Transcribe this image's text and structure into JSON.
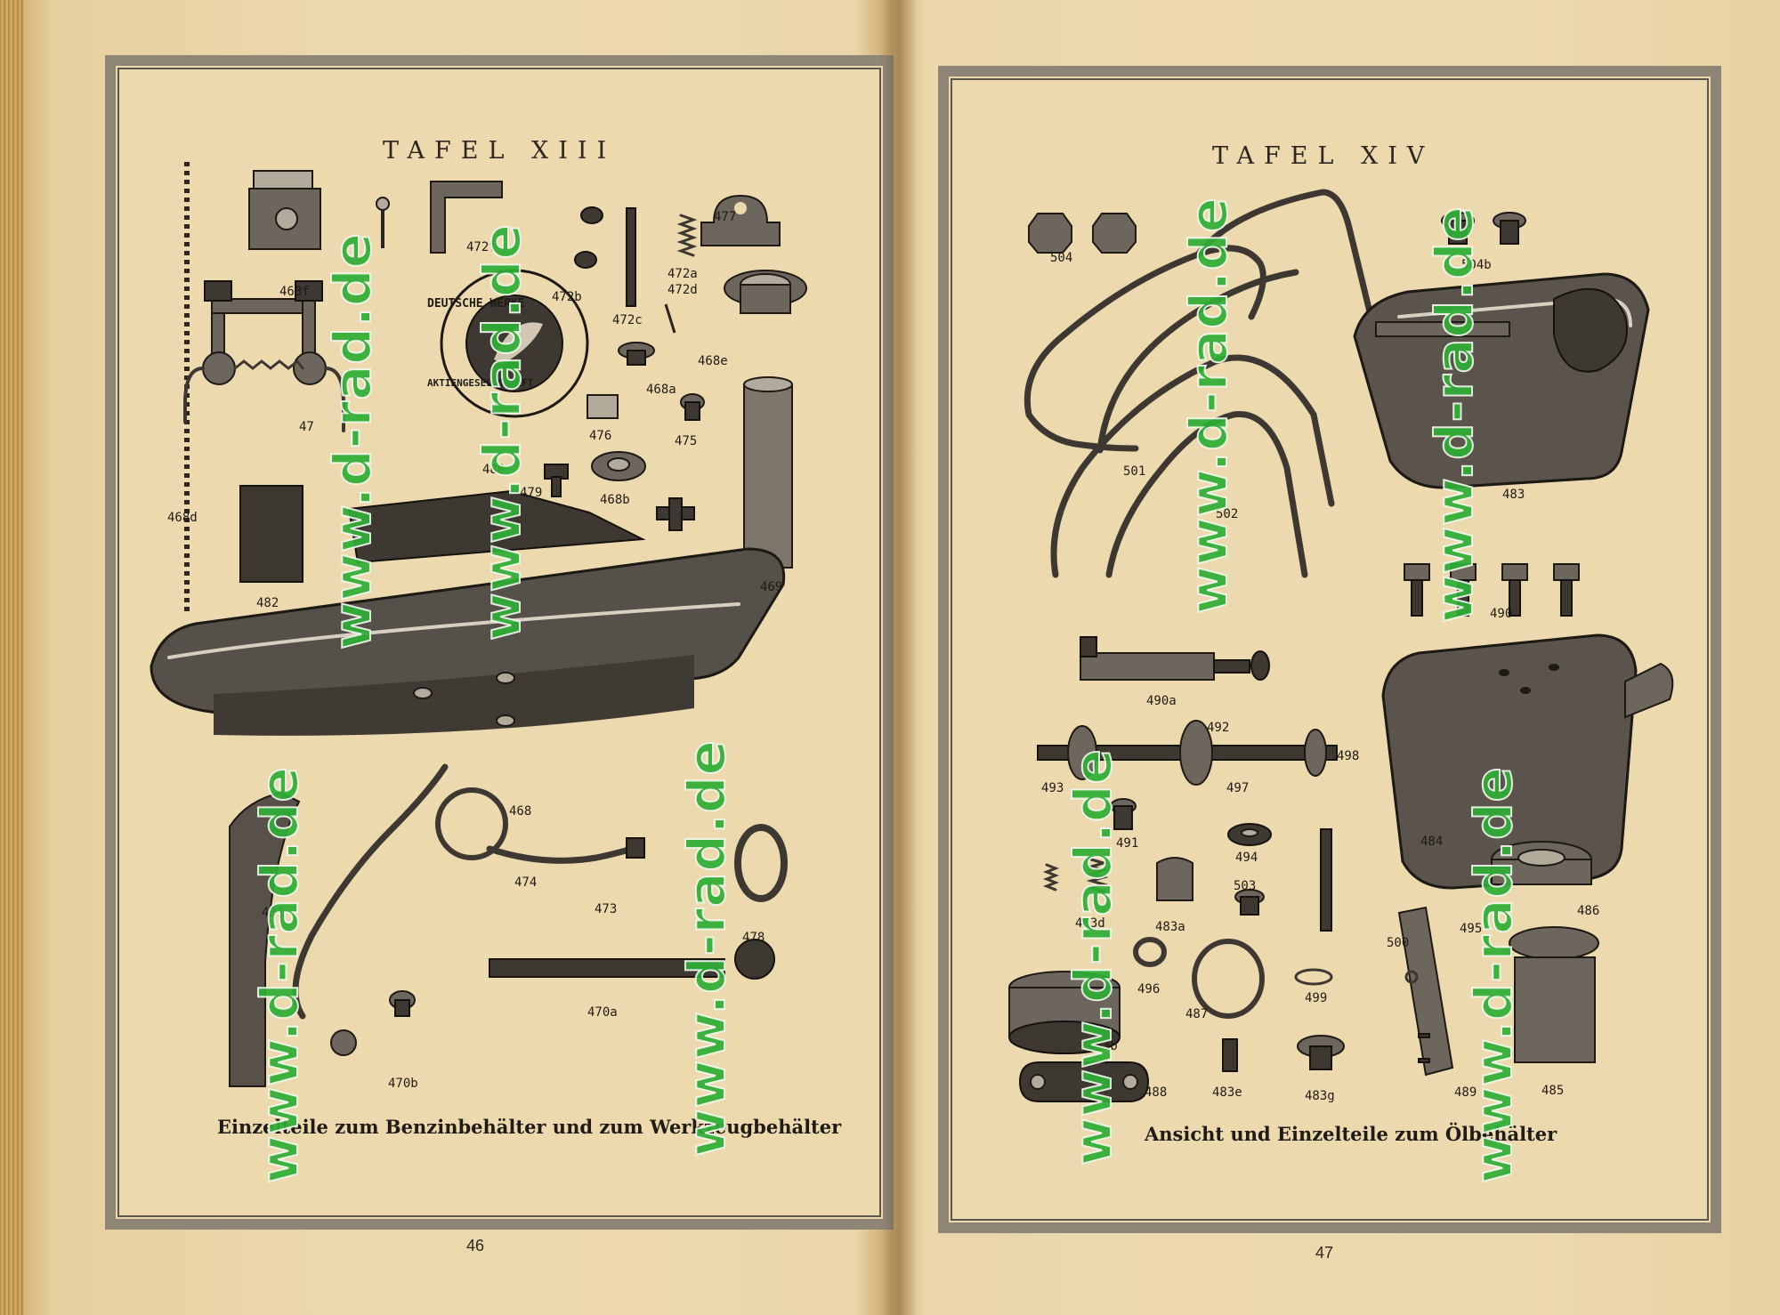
{
  "left_page": {
    "plate_title": "TAFEL XIII",
    "caption": "Einzelteile zum Benzinbehälter und zum Werkzeugbehälter",
    "page_number": "46",
    "emblem": {
      "top": "DEUTSCHE WERKE",
      "bottom": "AKTIENGESELLSCHAFT"
    },
    "part_labels": [
      "468d",
      "468f",
      "472f",
      "472a",
      "472d",
      "472b",
      "472c",
      "477",
      "47",
      "468e",
      "468a",
      "476",
      "475",
      "480",
      "479",
      "468b",
      "482",
      "469",
      "468",
      "481",
      "474",
      "473",
      "478",
      "470a",
      "470b"
    ]
  },
  "right_page": {
    "plate_title": "TAFEL XIV",
    "caption": "Ansicht und Einzelteile zum Ölbehälter",
    "page_number": "47",
    "part_labels": [
      "504",
      "504b",
      "501",
      "502",
      "483",
      "490",
      "490a",
      "492",
      "498",
      "493",
      "497",
      "484",
      "491",
      "494",
      "483d",
      "483a",
      "503",
      "486",
      "500",
      "495",
      "496",
      "487",
      "499",
      "483b",
      "488",
      "483e",
      "483g",
      "489",
      "485"
    ]
  },
  "watermark": "www.d-rad.de",
  "colors": {
    "paper": "#ecd9ad",
    "frame": "#8f8577",
    "ink": "#1f1b16",
    "watermark": "#2fae36"
  }
}
